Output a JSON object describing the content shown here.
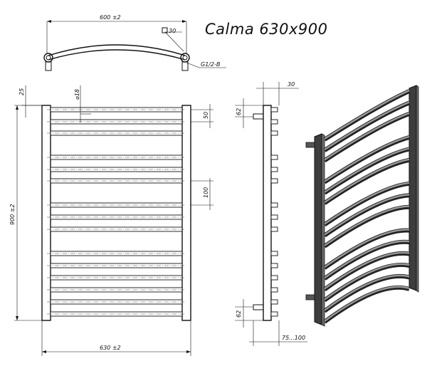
{
  "title": "Calma 630x900",
  "dimensions": {
    "top_width": "600 ±2",
    "square_30": "30",
    "thread": "G1/2-B",
    "pipe_diameter": "⌀18",
    "pipe_offset_top": "25",
    "pipe_pitch_50": "50",
    "pipe_pitch_100": "100",
    "total_height": "900 ±2",
    "total_width": "630 ±2",
    "side_depth": "30",
    "side_offset_top": "62",
    "side_offset_bottom": "62",
    "wall_distance": "75...100"
  }
}
